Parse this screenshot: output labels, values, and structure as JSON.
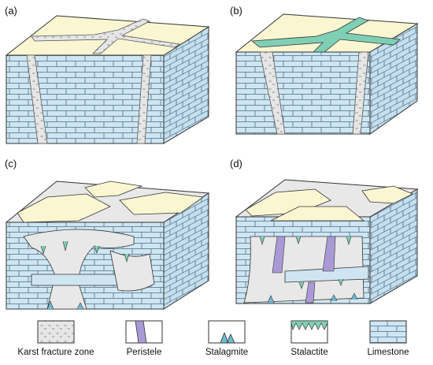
{
  "panels": [
    {
      "label": "(a)"
    },
    {
      "label": "(b)"
    },
    {
      "label": "(c)"
    },
    {
      "label": "(d)"
    }
  ],
  "legend": [
    {
      "label": "Karst fracture zone",
      "icon": "karst-fracture-zone-icon"
    },
    {
      "label": "Peristele",
      "icon": "peristele-icon"
    },
    {
      "label": "Stalagmite",
      "icon": "stalagmite-icon"
    },
    {
      "label": "Stalactite",
      "icon": "stalactite-icon"
    },
    {
      "label": "Limestone",
      "icon": "limestone-icon"
    }
  ],
  "colors": {
    "limestone": "#cfe6f2",
    "top_sediment": "#fbf6d2",
    "fracture": "#e5e5e5",
    "cave": "#e8e8e8",
    "stalactite": "#7fcfb4",
    "peristele": "#a99ad6",
    "stalagmite": "#6fb8d0",
    "outline": "#333333"
  }
}
